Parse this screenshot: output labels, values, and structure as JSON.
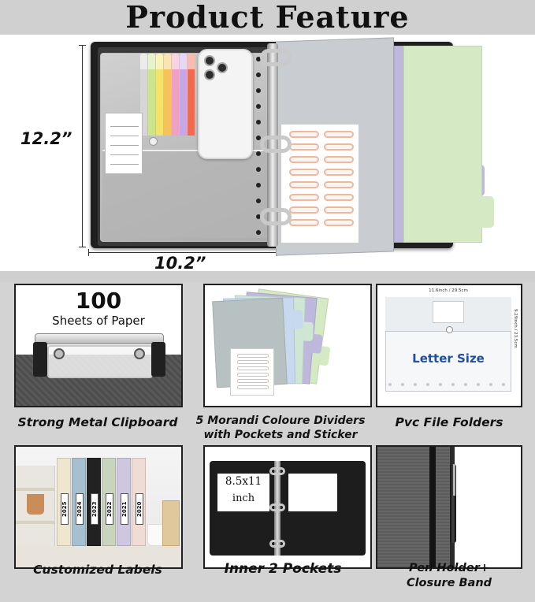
{
  "page": {
    "title": "Product Feature",
    "colors": {
      "background": "#d3d3d3",
      "binder": "#1f1f1f",
      "envelope_text": "#1f4fa0"
    }
  },
  "hero": {
    "height_label": "12.2”",
    "width_label": "10.2”",
    "divider_colors": [
      "#c6d9ef",
      "#cfe6d5",
      "#bfb8dd",
      "#d4e9c4"
    ]
  },
  "features": [
    {
      "caption": "Strong Metal Clipboard",
      "headline": "100",
      "subline": "Sheets of Paper"
    },
    {
      "caption_line1": "5 Morandi Coloure Dividers",
      "caption_line2": "with Pockets and Sticker"
    },
    {
      "caption": "Pvc File Folders",
      "label": "Letter Size",
      "dim_top": "11.6inch / 29.5cm",
      "dim_side": "9.29inch / 23.5cm"
    },
    {
      "caption": "Customized Labels",
      "years": [
        "2025",
        "2024",
        "2023",
        "2022",
        "2021",
        "2020"
      ],
      "book_colors": [
        "#efe6cf",
        "#a7c0cf",
        "#222222",
        "#c9d4bf",
        "#cfc6e0",
        "#f0dcd4"
      ]
    },
    {
      "caption": "Inner 2 Pockets",
      "paper_size": "8.5x11",
      "paper_unit": "inch"
    },
    {
      "caption_line1": "Pen Holder+",
      "caption_line2": "Closure Band"
    }
  ]
}
